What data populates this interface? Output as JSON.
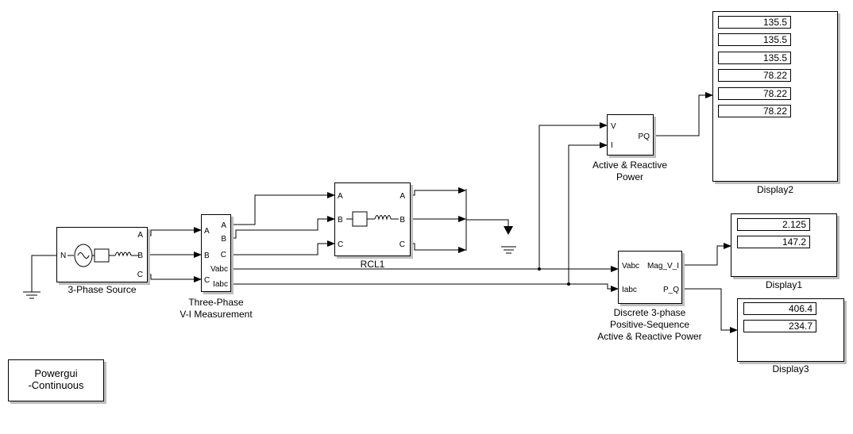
{
  "blocks": {
    "source": {
      "label": "3-Phase Source",
      "ports": {
        "n": "N",
        "a": "A",
        "b": "B",
        "c": "C"
      }
    },
    "vi": {
      "label_line1": "Three-Phase",
      "label_line2": "V-I Measurement",
      "ports": {
        "a_in": "A",
        "b_in": "B",
        "c_in": "C",
        "a_out": "A",
        "b_out": "B",
        "c_out": "C",
        "vabc": "Vabc",
        "iabc": "Iabc"
      }
    },
    "rcl": {
      "label": "RCL1",
      "ports": {
        "a_in": "A",
        "b_in": "B",
        "c_in": "C",
        "a_out": "A",
        "b_out": "B",
        "c_out": "C"
      }
    },
    "pq": {
      "label_line1": "Active & Reactive",
      "label_line2": "Power",
      "ports": {
        "v": "V",
        "i": "I",
        "out": "PQ"
      }
    },
    "seq": {
      "label_line1": "Discrete 3-phase",
      "label_line2": "Positive-Sequence",
      "label_line3": "Active & Reactive Power",
      "ports": {
        "vabc": "Vabc",
        "iabc": "Iabc",
        "mag": "Mag_V_I",
        "pq": "P_Q"
      }
    },
    "display2": {
      "label": "Display2",
      "values": [
        "135.5",
        "135.5",
        "135.5",
        "78.22",
        "78.22",
        "78.22"
      ]
    },
    "display1": {
      "label": "Display1",
      "values": [
        "2.125",
        "147.2"
      ]
    },
    "display3": {
      "label": "Display3",
      "values": [
        "406.4",
        "234.7"
      ]
    },
    "powergui": {
      "line1": "Powergui",
      "line2": "-Continuous"
    }
  },
  "colors": {
    "line": "#000000",
    "shadow": "#bdbdbd",
    "background": "#ffffff"
  }
}
